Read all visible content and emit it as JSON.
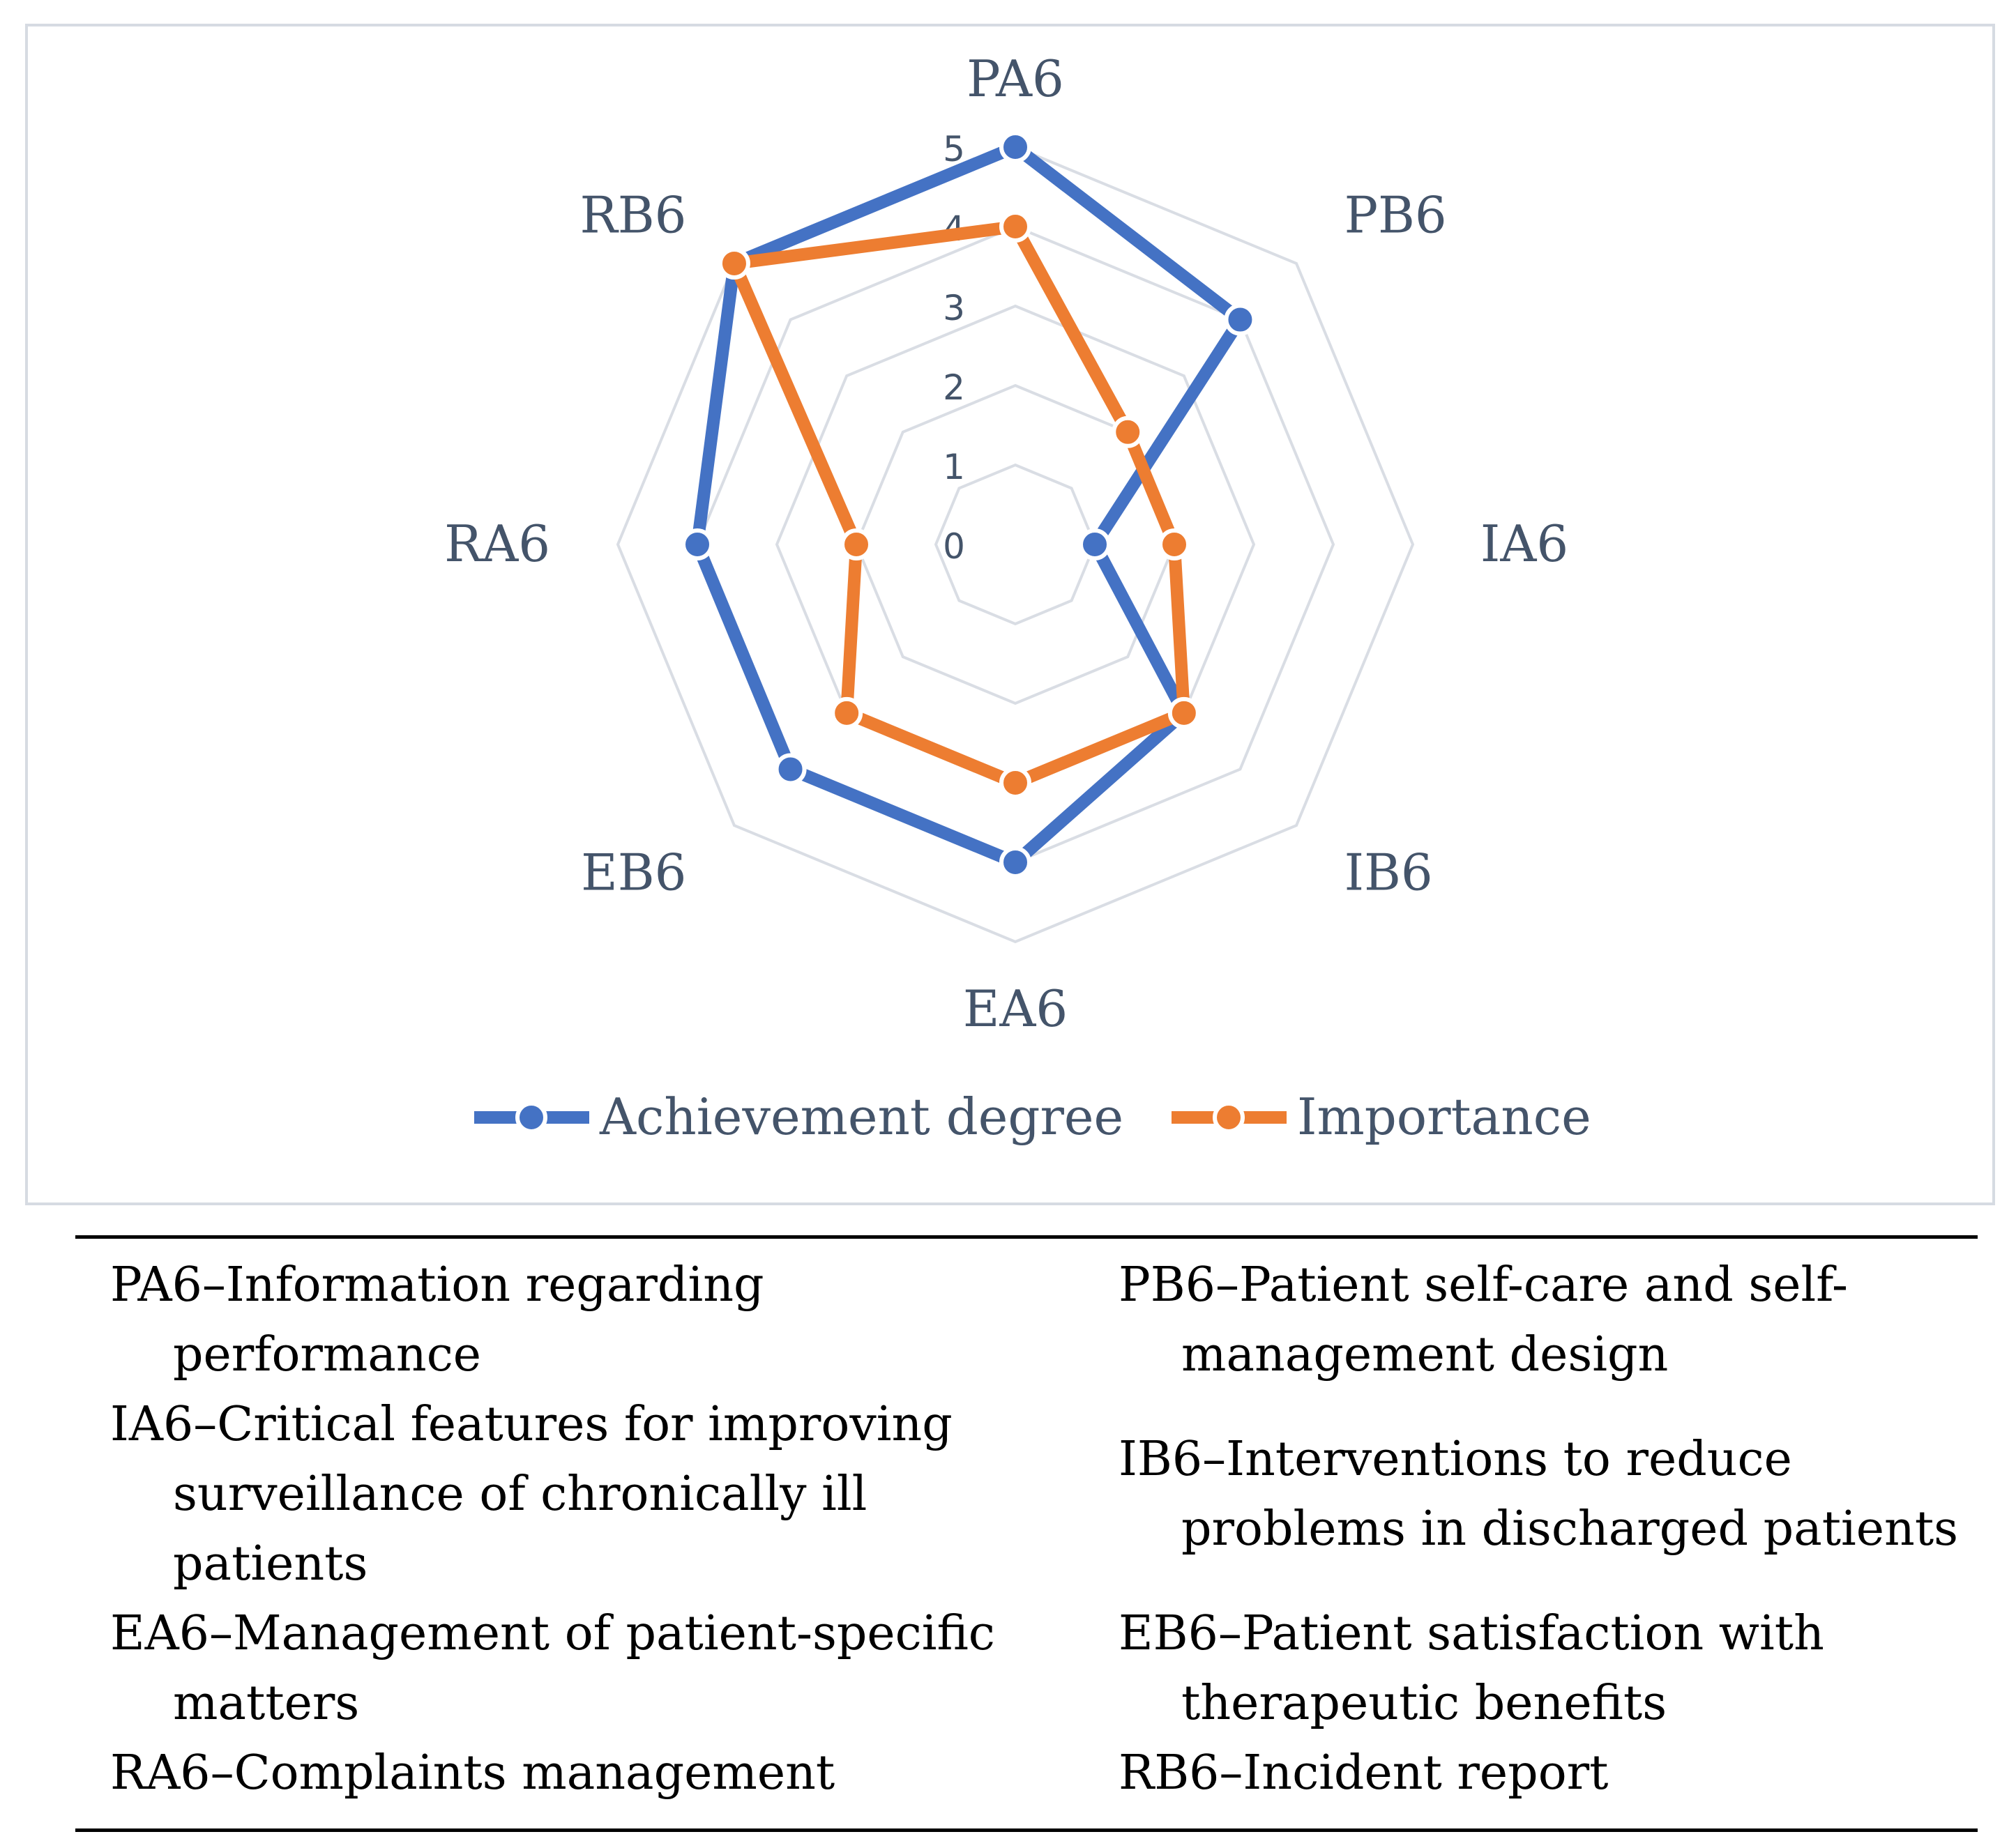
{
  "chart_data": {
    "type": "radar",
    "axes": [
      "PA6",
      "PB6",
      "IA6",
      "IB6",
      "EA6",
      "EB6",
      "RA6",
      "RB6"
    ],
    "scale": {
      "min": 0,
      "max": 5,
      "ticks": [
        "0",
        "1",
        "2",
        "3",
        "4",
        "5"
      ]
    },
    "grid": true,
    "legend_position": "bottom",
    "series": [
      {
        "name": "Achievement degree",
        "color": "#4472c4",
        "values": [
          5,
          4,
          1,
          3,
          4,
          4,
          4,
          5
        ]
      },
      {
        "name": "Importance",
        "color": "#ed7d31",
        "values": [
          4,
          2,
          2,
          3,
          3,
          3,
          2,
          5
        ]
      }
    ],
    "gridline_color": "#d9dde4",
    "label_color": "#44546a"
  },
  "definitions": {
    "left": [
      "PA6–Information regarding performance",
      "IA6–Critical features for improving surveillance of chronically ill patients",
      "EA6–Management of patient-specific matters",
      "RA6–Complaints management"
    ],
    "right": [
      "PB6–Patient self-care and self-management design",
      "IB6–Interventions to reduce problems in discharged patients",
      "EB6–Patient satisfaction with therapeutic benefits",
      "RB6–Incident report"
    ]
  }
}
